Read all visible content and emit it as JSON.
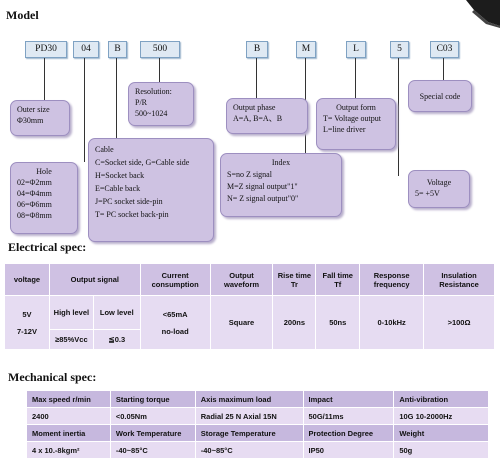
{
  "model": {
    "title": "Model",
    "codes": [
      "PD30",
      "04",
      "B",
      "500",
      "B",
      "M",
      "L",
      "5",
      "C03"
    ],
    "outer_size": {
      "title": "Outer size",
      "value": "Φ30mm"
    },
    "resolution": {
      "title": "Resolution:",
      "lines": [
        "P/R",
        "500~1024"
      ]
    },
    "output_phase": {
      "title": "Output phase",
      "value": "A=A, B=A、B"
    },
    "output_form": {
      "title": "Output form",
      "lines": [
        "T= Voltage output",
        "L=line driver"
      ]
    },
    "special_code": {
      "title": "Special code"
    },
    "hole": {
      "title": "Hole",
      "lines": [
        "02=Φ2mm",
        "04=Φ4mm",
        "06=Φ6mm",
        "08=Φ8mm"
      ]
    },
    "cable": {
      "title": "Cable",
      "lines": [
        "C=Socket side, G=Cable side",
        "H=Socket back",
        "E=Cable back",
        "J=PC socket side-pin",
        "T= PC socket back-pin"
      ]
    },
    "index": {
      "title": "Index",
      "lines": [
        "S=no Z signal",
        "M=Z signal output\"1\"",
        "N= Z signal output\"0\""
      ]
    },
    "voltage": {
      "title": "Voltage",
      "value": "5= +5V"
    }
  },
  "electrical": {
    "title": "Electrical spec:",
    "headers": [
      "voltage",
      "Output signal",
      "Current consumption",
      "Output waveform",
      "Rise time Tr",
      "Fall time Tf",
      "Response frequency",
      "Insulation Resistance"
    ],
    "voltages": [
      "5V",
      "7-12V"
    ],
    "high_level": "High level",
    "low_level": "Low level",
    "high_value": "≥85%Vcc",
    "low_value": "≦0.3",
    "current": [
      "<65mA",
      "no-load"
    ],
    "waveform": "Square",
    "rise": "200ns",
    "fall": "50ns",
    "response": "0-10kHz",
    "insulation": ">100Ω"
  },
  "mechanical": {
    "title": "Mechanical spec:",
    "rows": [
      [
        "Max speed r/min",
        "Starting torque",
        "Axis maximum load",
        "Impact",
        "Anti-vibration"
      ],
      [
        "2400",
        "<0.05Nm",
        "Radial 25 N Axial 15N",
        "50G/11ms",
        "10G  10-2000Hz"
      ],
      [
        "Moment inertia",
        "Work Temperature",
        "Storage Temperature",
        "Protection Degree",
        "Weight"
      ],
      [
        "4 x 10.-8kgm²",
        "-40~85°C",
        "-40~85°C",
        "IP50",
        "50g"
      ]
    ]
  }
}
